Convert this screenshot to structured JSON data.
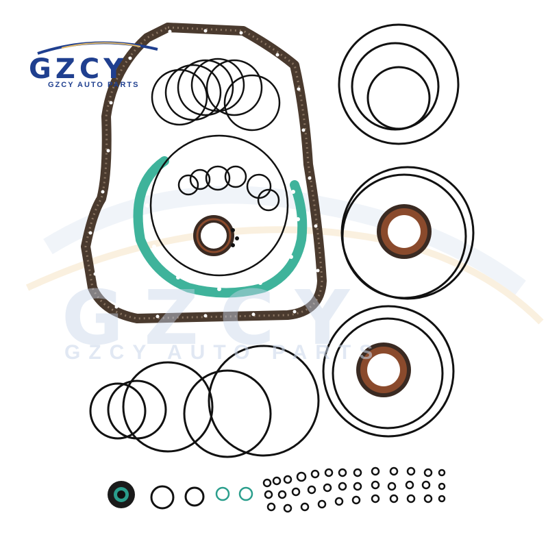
{
  "logo": {
    "wordmark": "GZCY",
    "tagline": "GZCY AUTO PARTS"
  },
  "watermark": {
    "wordmark": "GZCY",
    "tagline": "GZCY AUTO PARTS"
  },
  "colors": {
    "oring": "#111111",
    "gasket_cork": "#4a3a2e",
    "gasket_green": "#3fb39b",
    "seal_copper": "#8a4a2c",
    "logo_blue": "#1f3f8f",
    "watermark": "#c9d6ea"
  }
}
